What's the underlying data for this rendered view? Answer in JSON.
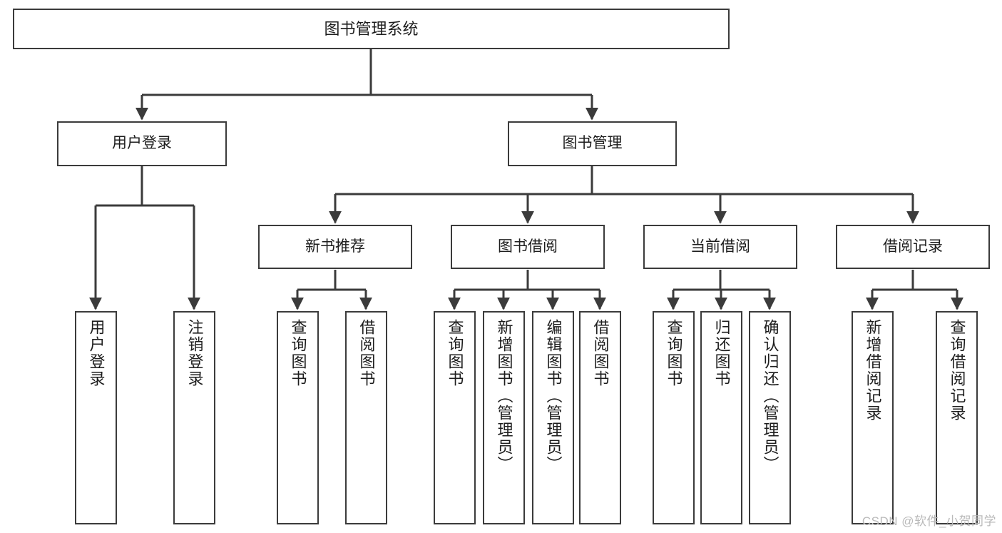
{
  "diagram": {
    "title": "图书管理系统",
    "type": "tree-hierarchy",
    "watermark": "CSDN @软件_小贺同学",
    "colors": {
      "background": "#ffffff",
      "box_border": "#3b3b3b",
      "box_fill": "#ffffff",
      "edge": "#3b3b3b",
      "text": "#1d1d1d",
      "watermark": "#b9b9b9"
    },
    "nodes": {
      "root": {
        "label": "图书管理系统"
      },
      "level1": [
        {
          "label": "用户登录"
        },
        {
          "label": "图书管理"
        }
      ],
      "level2": [
        {
          "label": "新书推荐"
        },
        {
          "label": "图书借阅"
        },
        {
          "label": "当前借阅"
        },
        {
          "label": "借阅记录"
        }
      ],
      "leaves": {
        "user_login": [
          {
            "label": "用户登录"
          },
          {
            "label": "注销登录"
          }
        ],
        "new_book_recommend": [
          {
            "label": "查询图书"
          },
          {
            "label": "借阅图书"
          }
        ],
        "book_borrow": [
          {
            "label": "查询图书"
          },
          {
            "label": "新增图书（管理员）"
          },
          {
            "label": "编辑图书（管理员）"
          },
          {
            "label": "借阅图书"
          }
        ],
        "current_borrow": [
          {
            "label": "查询图书"
          },
          {
            "label": "归还图书"
          },
          {
            "label": "确认归还（管理员）"
          }
        ],
        "borrow_record": [
          {
            "label": "新增借阅记录"
          },
          {
            "label": "查询借阅记录"
          }
        ]
      }
    }
  }
}
